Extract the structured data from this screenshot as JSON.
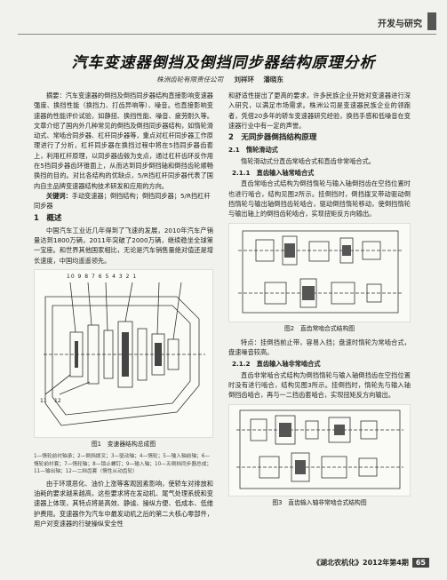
{
  "header": {
    "section": "开发与研究"
  },
  "title": "汽车变速器倒挡及倒挡同步器结构原理分析",
  "authors": {
    "org": "株洲齿轮有限责任公司",
    "names": [
      "刘祥环",
      "潘晓东"
    ]
  },
  "abstract": "摘要：汽车变速器的倒挡及倒挡同步器结构直接影响变速器强度、换挡性能（换挡力、打齿异响等）、噪音。也直接影响变速器的性能评价试验，如静扭、换挡性能、噪音、疲劳耐久等。文章介绍了国内外几种常见的倒挡及倒挡同步器结构，如惰轮滑动式、常啮合同步器、杠杆同步器等，重点对杠杆同步器工作原理进行了分析，杠杆同步器在换挡过程中将在5挡同步器齿套上，利用杠杆原理，以同步器齿毂为支点，通过杠杆齿环反作用在5挡同步器齿环锥面上，从而达到同步倒挡轴和倒挡齿轮顺畅换挡的目的。对比各结构的优缺点，5/R挡杠杆同步器代表了国内自主品牌变速器结构技术研发和应用的方向。",
  "keywords": {
    "label": "关键词：",
    "text": "手动变速器；倒挡结构；倒挡同步器；5/R挡杠杆同步器"
  },
  "sec1": {
    "heading": "1　概述",
    "paragraph": "中国汽车工业近几年得到了飞速的发展，2010年汽车产销量达到1800万辆，2011年突破了2000万辆，继续稳坐全球第一宝座。和世界其他国家相比，无论是汽车销售量绝对值还是增长速度，中国均遥遥领先。"
  },
  "fig1": {
    "caption": "图1　变速器结构总成图",
    "top_numbers": "10 9 8 7   6 5 4 3 2 1",
    "side_numbers": [
      "11",
      "12"
    ],
    "legend": "1—惰轮前衬轴承；2—倒挡拨叉；3—驱动轴；4—惰轮；5—输入轴前轴；6—惰轮前衬套；7—惰轮轴；8—锁止螺钉；9—输入轴；10—五倒挡同步器总成；11—输出轴；12—二挡齿套（惰性从动齿轮）"
  },
  "left_bottom": "由于环境恶化、油价上涨等客观因素影响，使轿车对排放和油耗的要求越来越高，这些要求将在发动机、尾气处理系统和变速器上体现，其特点将是高效、静谧、操纵方便、低成本、低维护费用。变速器作为汽车中最发动机之后的第二大核心零部件，用户对变速器的行驶操纵安全性",
  "right_top": "和舒适性提出了更高的要求，许多民族企业开始对变速器进行深入研究，以满足市场需求。株洲公司是变速器民族企业的领跑者，凭借20多年的轿车变速器研究经验，换挡手感和低噪音在变速器行业中有一定的声誉。",
  "sec2": {
    "heading": "2　无同步器倒挡结构原理"
  },
  "sec21": {
    "heading": "2.1　惰轮滑动式",
    "paragraph": "惰轮滑动式分直齿常啮合式和直齿非常啮合式。"
  },
  "sec211": {
    "heading": "2.1.1　直齿输入轴常啮合式",
    "paragraph": "直齿常啮合式结构为倒挡惰轮与输入轴倒挡齿在空挡位置时也进行啮合，结构见图2所示。挂倒挡时，倒挡拨叉带动驱动倒挡惰轮与输出轴倒挡齿轮啮合，驱动倒挡惰轮移动，使倒挡惰轮与输出轴上的倒挡齿轮啮合，实现扭矩反方向输出。"
  },
  "fig2": {
    "caption": "图2　直齿常啮合式结构图",
    "after": "特点：挂倒挡前止带，容易入挡；盘速时惰轮为常啮合式，盘速噪音较高。"
  },
  "sec212": {
    "heading": "2.1.2　直齿输入轴非常啮合式",
    "paragraph": "直齿非常啮合式结构为倒挡惰轮与输入轴倒挡齿在空挡位置时没有进行啮合，结构见图3所示。挂倒挡时，惰轮先与输入轴倒挡齿啮合，再与一二挡齿套啮合，实现扭矩反方向输出。"
  },
  "fig3": {
    "caption": "图3　直齿输入轴非常啮合式结构图"
  },
  "footer": {
    "journal": "《湖北农机化》2012年第4期",
    "page": "65"
  }
}
